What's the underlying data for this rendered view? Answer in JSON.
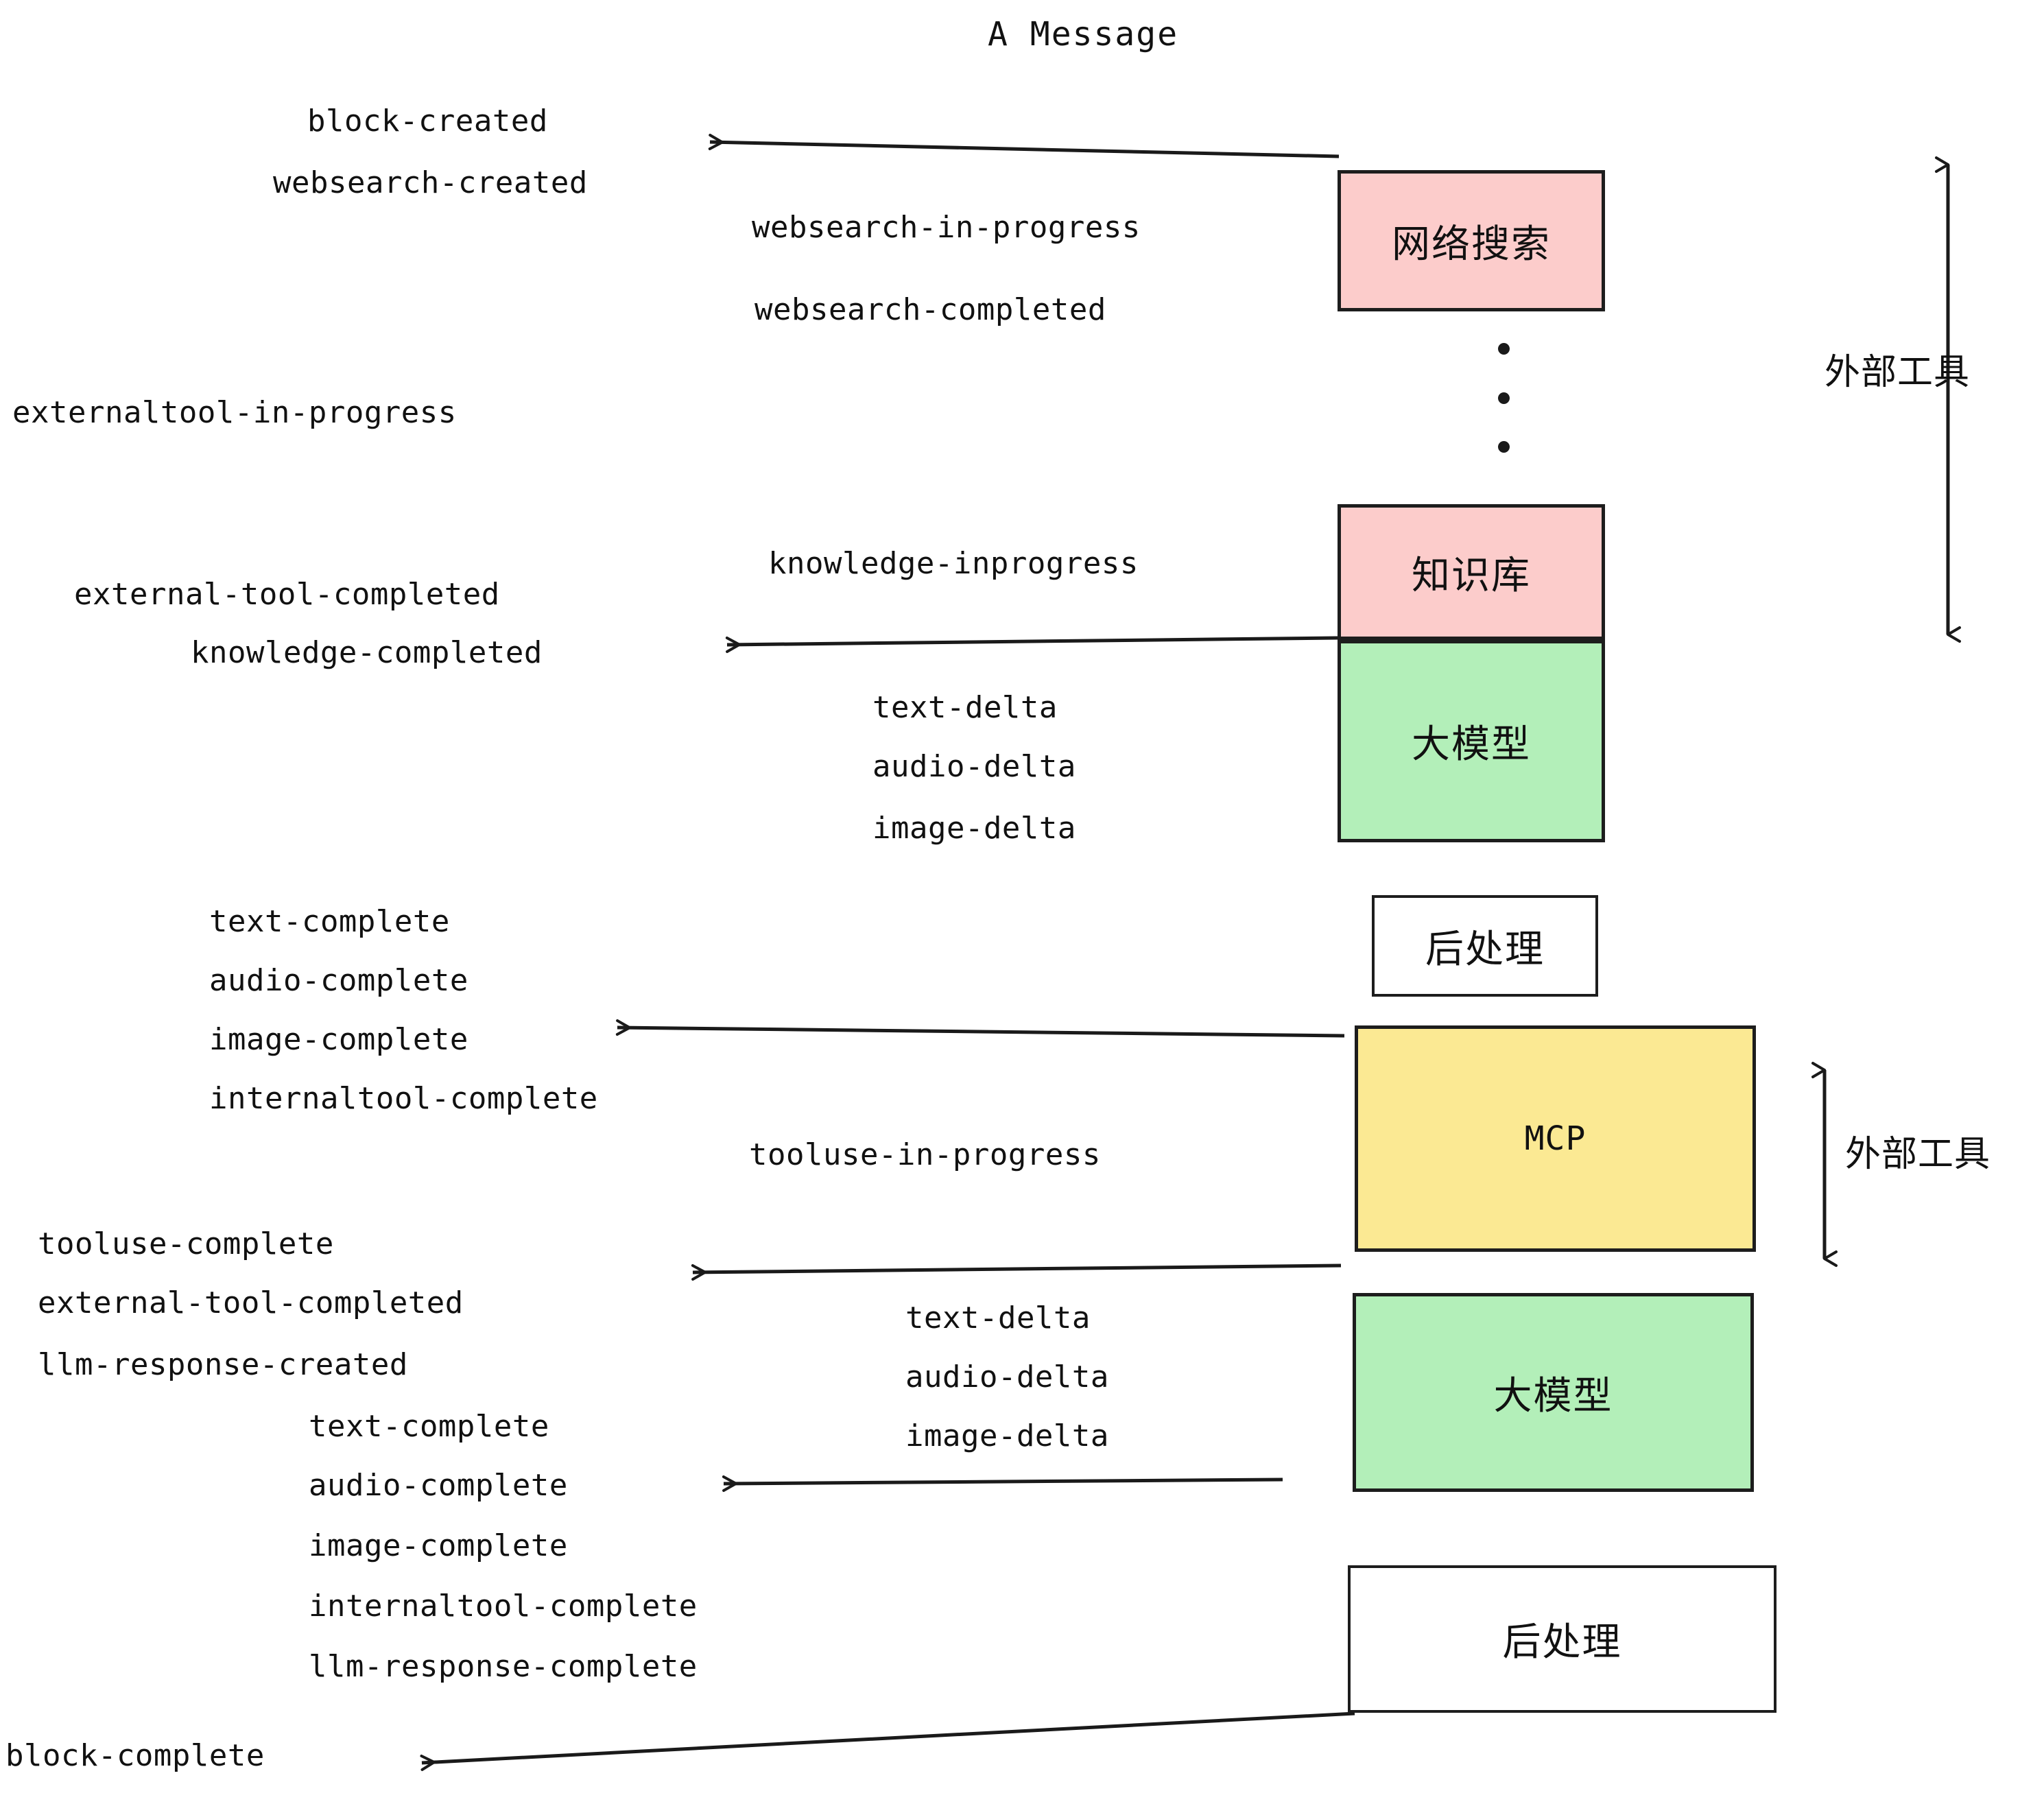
{
  "diagram": {
    "title": "A Message",
    "nodes": [
      {
        "id": "websearch",
        "label": "网络搜索",
        "fill": "#fccccb",
        "kind": "external-tool"
      },
      {
        "id": "knowledge",
        "label": "知识库",
        "fill": "#fccccb",
        "kind": "external-tool"
      },
      {
        "id": "llm-1",
        "label": "大模型",
        "fill": "#b3efb9",
        "kind": "model"
      },
      {
        "id": "post-1",
        "label": "后处理",
        "fill": "#ffffff",
        "kind": "post-process"
      },
      {
        "id": "mcp",
        "label": "MCP",
        "fill": "#fbe993",
        "kind": "external-tool"
      },
      {
        "id": "llm-2",
        "label": "大模型",
        "fill": "#b3efb9",
        "kind": "model"
      },
      {
        "id": "post-2",
        "label": "后处理",
        "fill": "#ffffff",
        "kind": "post-process"
      }
    ],
    "group_labels": [
      {
        "id": "ext-top",
        "text": "外部工具"
      },
      {
        "id": "ext-bottom",
        "text": "外部工具"
      }
    ],
    "events": [
      {
        "id": "e01",
        "text": "block-created"
      },
      {
        "id": "e02",
        "text": "websearch-created"
      },
      {
        "id": "e03",
        "text": "websearch-in-progress"
      },
      {
        "id": "e04",
        "text": "websearch-completed"
      },
      {
        "id": "e05",
        "text": "externaltool-in-progress"
      },
      {
        "id": "e06",
        "text": "knowledge-inprogress"
      },
      {
        "id": "e07",
        "text": "external-tool-completed"
      },
      {
        "id": "e08",
        "text": "knowledge-completed"
      },
      {
        "id": "e09",
        "text": "text-delta"
      },
      {
        "id": "e10",
        "text": "audio-delta"
      },
      {
        "id": "e11",
        "text": "image-delta"
      },
      {
        "id": "e12",
        "text": "text-complete"
      },
      {
        "id": "e13",
        "text": "audio-complete"
      },
      {
        "id": "e14",
        "text": "image-complete"
      },
      {
        "id": "e15",
        "text": "internaltool-complete"
      },
      {
        "id": "e16",
        "text": "tooluse-in-progress"
      },
      {
        "id": "e17",
        "text": "tooluse-complete"
      },
      {
        "id": "e18",
        "text": "external-tool-completed"
      },
      {
        "id": "e19",
        "text": "llm-response-created"
      },
      {
        "id": "e20",
        "text": "text-delta"
      },
      {
        "id": "e21",
        "text": "audio-delta"
      },
      {
        "id": "e22",
        "text": "image-delta"
      },
      {
        "id": "e23",
        "text": "text-complete"
      },
      {
        "id": "e24",
        "text": "audio-complete"
      },
      {
        "id": "e25",
        "text": "image-complete"
      },
      {
        "id": "e26",
        "text": "internaltool-complete"
      },
      {
        "id": "e27",
        "text": "llm-response-complete"
      },
      {
        "id": "e28",
        "text": "block-complete"
      }
    ],
    "colors": {
      "external_tool": "#fccccb",
      "model": "#b3efb9",
      "mcp": "#fbe993",
      "post_process": "#ffffff",
      "stroke": "#1d1d1d",
      "text": "#111111",
      "background": "#ffffff"
    }
  }
}
